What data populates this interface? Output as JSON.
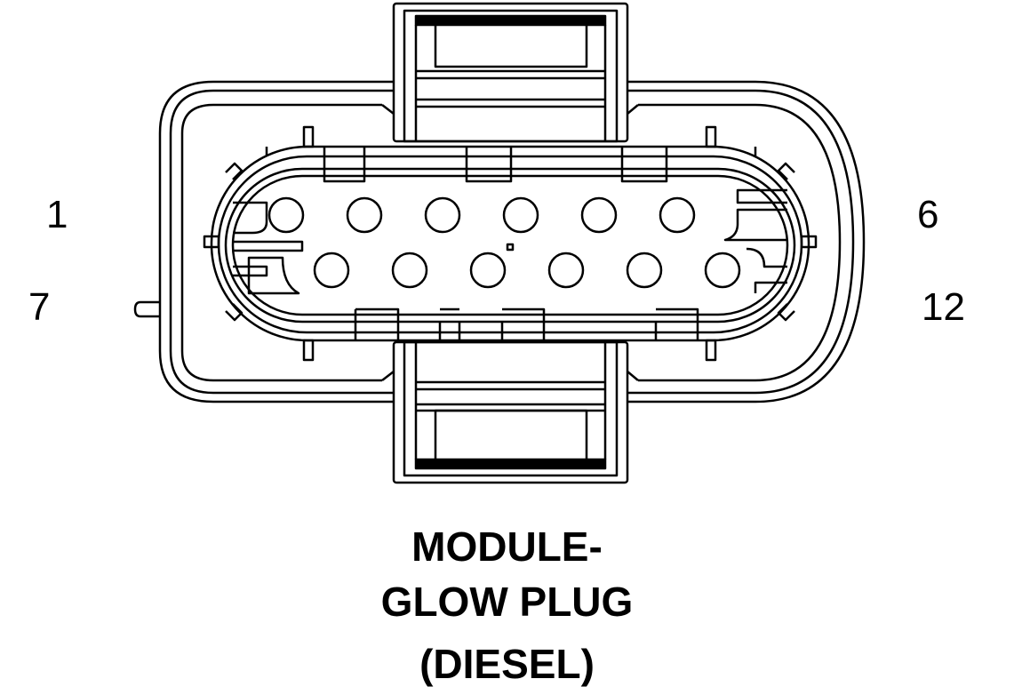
{
  "pin_labels": {
    "top_left": "1",
    "top_right": "6",
    "bottom_left": "7",
    "bottom_right": "12"
  },
  "caption": {
    "line1": "MODULE-",
    "line2": "GLOW PLUG",
    "line3": "(DIESEL)"
  },
  "colors": {
    "line": "#000000",
    "background": "#ffffff"
  }
}
